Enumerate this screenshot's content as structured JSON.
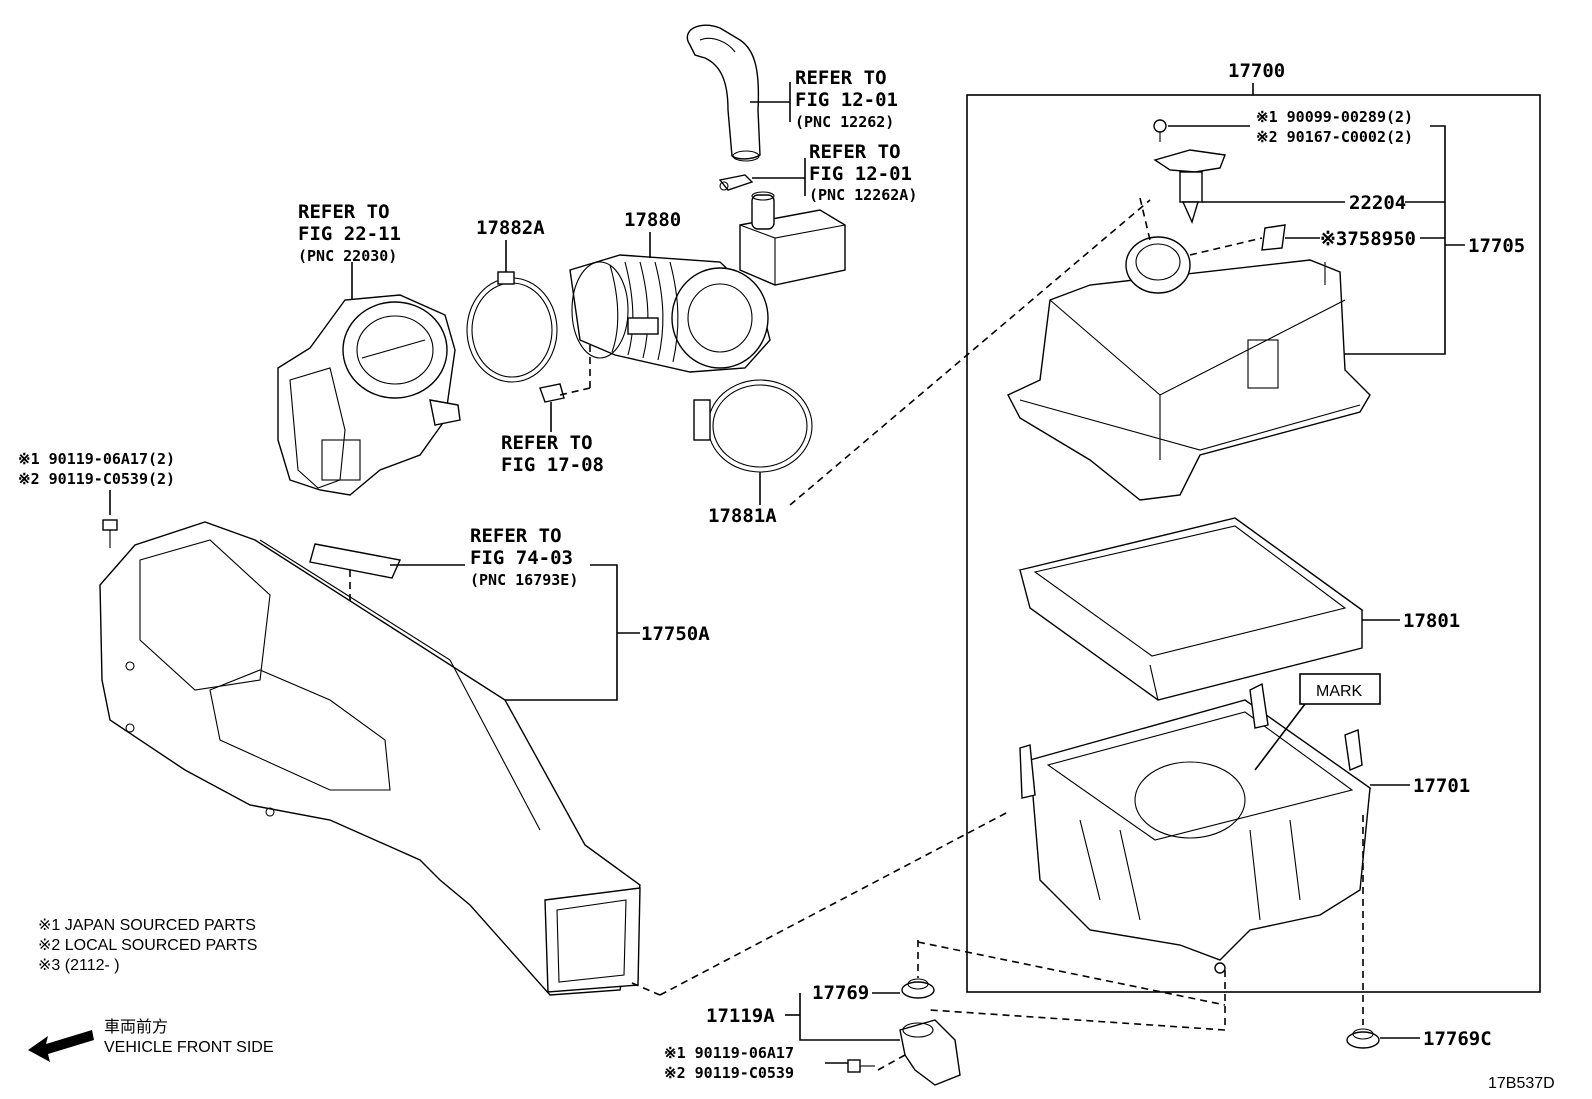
{
  "refs": {
    "hose_top": [
      "REFER TO",
      "FIG 12-01",
      "(PNC 12262)"
    ],
    "hose_clip": [
      "REFER TO",
      "FIG 12-01",
      "(PNC 12262A)"
    ],
    "throttle": [
      "REFER TO",
      "FIG 22-11",
      "(PNC 22030)"
    ],
    "fig1708": [
      "REFER TO",
      "FIG 17-08"
    ],
    "label_7403": [
      "REFER TO",
      "FIG 74-03",
      "(PNC 16793E)"
    ]
  },
  "parts": {
    "p17700": "17700",
    "p17882a": "17882A",
    "p17880": "17880",
    "p17881a": "17881A",
    "p22204": "22204",
    "p758950": "※3758950",
    "p17705": "17705",
    "p17801": "17801",
    "mark": "MARK",
    "p17701": "17701",
    "p17750a": "17750A",
    "p17769": "17769",
    "p17119a": "17119A",
    "p17769c": "17769C"
  },
  "bolts": {
    "top_1": "※1 90099-00289(2)",
    "top_2": "※2 90167-C0002(2)",
    "left_1": "※1 90119-06A17(2)",
    "left_2": "※2 90119-C0539(2)",
    "bottom_1": "※1 90119-06A17",
    "bottom_2": "※2 90119-C0539"
  },
  "legend": {
    "n1": "※1  JAPAN SOURCED PARTS",
    "n2": "※2  LOCAL SOURCED PARTS",
    "n3": "※3 (2112-        )"
  },
  "direction": {
    "jp": "車両前方",
    "en": "VEHICLE FRONT SIDE"
  },
  "diagram_id": "17B537D"
}
